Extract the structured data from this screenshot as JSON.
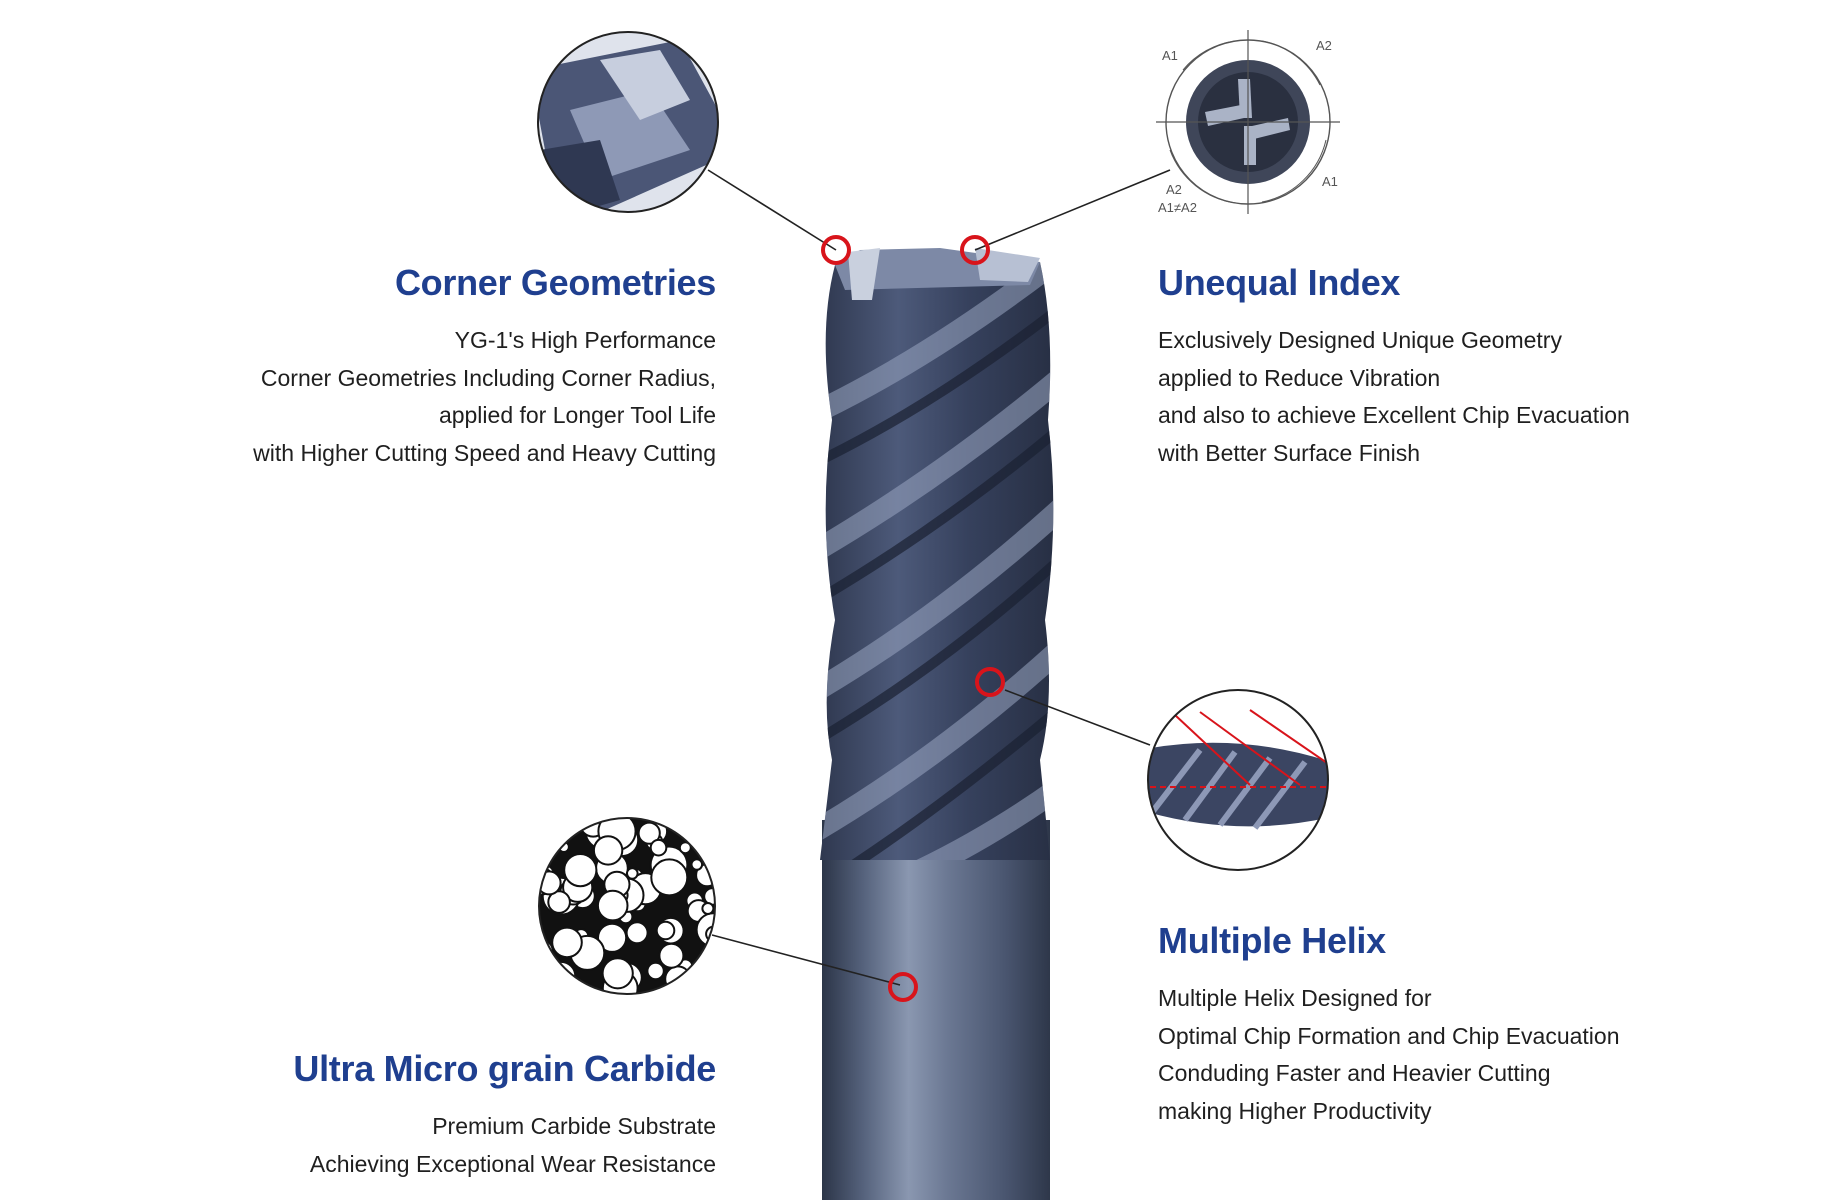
{
  "features": [
    {
      "id": "corner",
      "title": "Corner Geometries",
      "lines": [
        "YG-1's High Performance",
        "Corner Geometries Including Corner Radius,",
        "applied for Longer Tool Life",
        "with Higher Cutting Speed and Heavy Cutting"
      ]
    },
    {
      "id": "unequal",
      "title": "Unequal Index",
      "lines": [
        "Exclusively Designed Unique Geometry",
        "applied to Reduce Vibration",
        "and also to achieve Excellent Chip Evacuation",
        "with Better Surface Finish"
      ]
    },
    {
      "id": "helix",
      "title": "Multiple Helix",
      "lines": [
        "Multiple Helix Designed for",
        "Optimal Chip Formation and Chip Evacuation",
        "Conduding Faster and Heavier Cutting",
        "making Higher Productivity"
      ]
    },
    {
      "id": "carbide",
      "title": "Ultra Micro grain Carbide",
      "lines": [
        "Premium Carbide Substrate",
        "Achieving Exceptional Wear Resistance"
      ]
    }
  ],
  "index_diagram_labels": {
    "a1_top": "A1",
    "a2_top": "A2",
    "a1_right": "A1",
    "a2_bottom": "A2",
    "inequality": "A1≠A2"
  },
  "colors": {
    "title_blue": "#1f3f8f",
    "marker_red": "#d8141b",
    "tool_coating": "#3c4a6a"
  }
}
